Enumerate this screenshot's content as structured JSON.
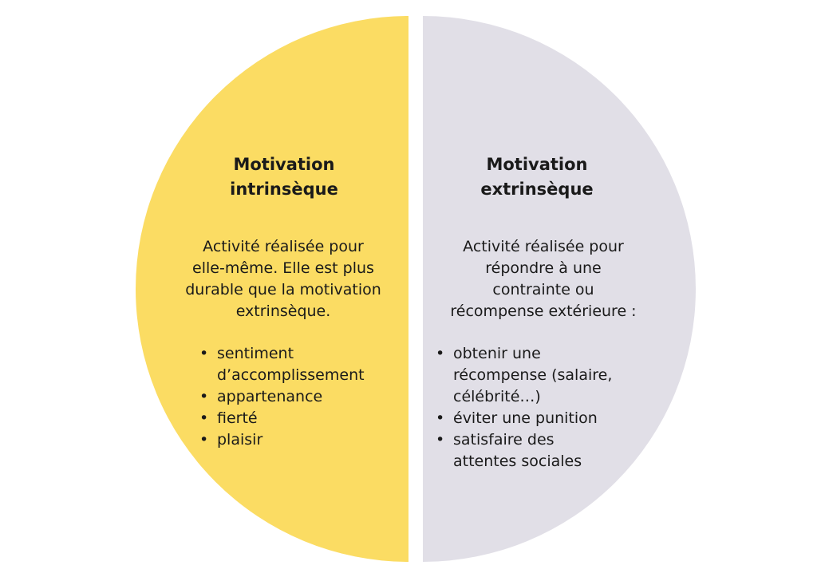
{
  "colors": {
    "intrinsic": "#fbdc63",
    "extrinsic": "#e1dfe7"
  },
  "intrinsic": {
    "title_line1": "Motivation",
    "title_line2": "intrinsèque",
    "desc_lines": [
      "Activité réalisée pour",
      "elle-même. Elle est plus",
      "durable que la motivation",
      "extrinsèque."
    ],
    "bullets": [
      [
        "sentiment",
        "d’accomplissement"
      ],
      [
        "appartenance"
      ],
      [
        "fierté"
      ],
      [
        "plaisir"
      ]
    ]
  },
  "extrinsic": {
    "title_line1": "Motivation",
    "title_line2": "extrinsèque",
    "desc_lines": [
      "Activité réalisée pour",
      "répondre à une",
      "contrainte ou",
      "récompense extérieure :"
    ],
    "bullets": [
      [
        "obtenir une",
        "récompense (salaire,",
        "célébrité…)"
      ],
      [
        "éviter une punition"
      ],
      [
        "satisfaire des",
        "attentes sociales"
      ]
    ]
  }
}
